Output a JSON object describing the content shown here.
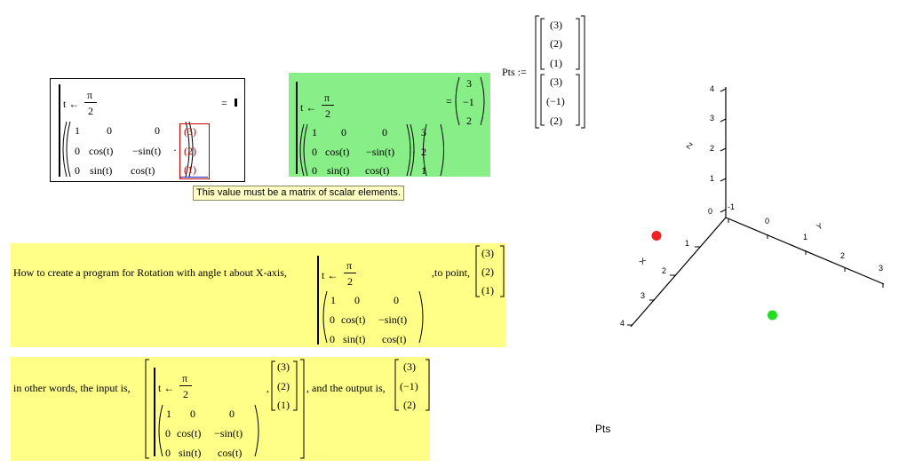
{
  "program": {
    "assign_line": "t ←",
    "pi": "π",
    "two": "2",
    "m11": "1",
    "m12": "0",
    "m13": "0",
    "m21": "0",
    "m22": "cos(t)",
    "m23": "−sin(t)",
    "m31": "0",
    "m32": "sin(t)",
    "m33": "cos(t)",
    "dot": "·"
  },
  "error_region": {
    "equals": "=",
    "vec": [
      "(3)",
      "(2)",
      "(1)"
    ]
  },
  "green_region": {
    "equals": "=",
    "result": [
      "3",
      "−1",
      "2"
    ],
    "vec": [
      "3",
      "2",
      "1"
    ]
  },
  "tooltip": {
    "text": "This value must be a matrix of scalar elements."
  },
  "pts": {
    "label": "Pts :=",
    "top": [
      "(3)",
      "(2)",
      "(1)"
    ],
    "bottom": [
      "(3)",
      "(−1)",
      "(2)"
    ]
  },
  "question1": {
    "prefix": "How to create a program for Rotation with angle t about X-axis,",
    "mid": ",to point,",
    "point": [
      "(3)",
      "(2)",
      "(1)"
    ]
  },
  "question2": {
    "prefix": "in other words, the input is,",
    "comma": ",",
    "input_vec": [
      "(3)",
      "(2)",
      "(1)"
    ],
    "mid": ", and the output is,",
    "output_vec": [
      "(3)",
      "(−1)",
      "(2)"
    ]
  },
  "chart_data": {
    "type": "scatter",
    "title": "",
    "xlabel": "X",
    "ylabel": "Y",
    "zlabel": "Z",
    "x_ticks": [
      "1",
      "2",
      "3",
      "4"
    ],
    "y_ticks": [
      "-1",
      "0",
      "1",
      "2",
      "3"
    ],
    "z_ticks": [
      "0",
      "1",
      "2",
      "3",
      "4"
    ],
    "caption": "Pts",
    "points": [
      {
        "x": 3,
        "y": 2,
        "z": 1,
        "color": "#22dd22"
      },
      {
        "x": 3,
        "y": -1,
        "z": 2,
        "color": "#ee2222"
      }
    ]
  }
}
